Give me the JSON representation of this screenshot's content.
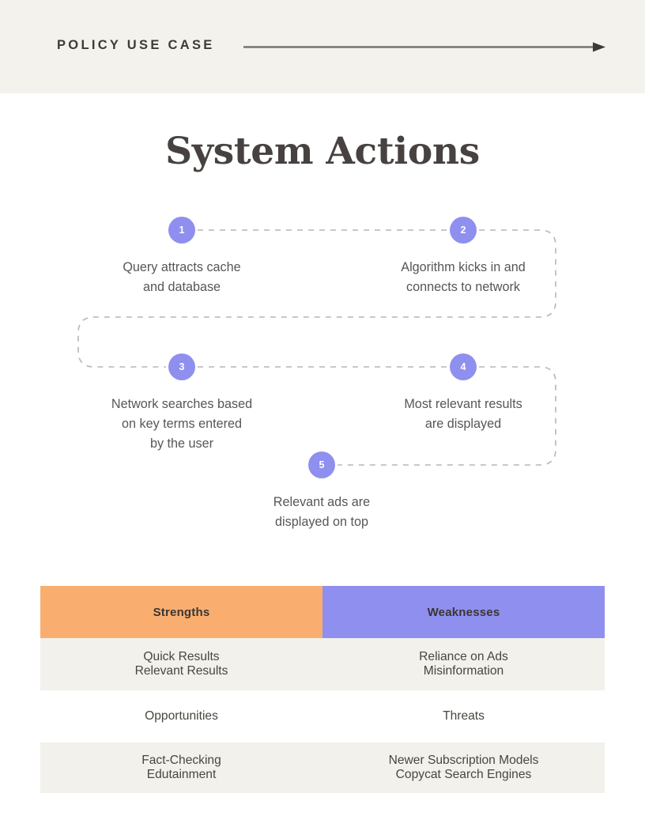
{
  "header": {
    "label": "POLICY USE CASE",
    "arrow_icon": "right-arrow-icon"
  },
  "title": "System Actions",
  "flow": {
    "steps": [
      {
        "number": "1",
        "text": "Query attracts cache\nand database"
      },
      {
        "number": "2",
        "text": "Algorithm kicks in and\nconnects to network"
      },
      {
        "number": "3",
        "text": "Network searches based\non key terms entered\nby the user"
      },
      {
        "number": "4",
        "text": "Most relevant results\nare displayed"
      },
      {
        "number": "5",
        "text": "Relevant ads are\ndisplayed on top"
      }
    ]
  },
  "swot": {
    "headers": [
      "Strengths",
      "Weaknesses"
    ],
    "row_1": [
      "Quick Results\nRelevant Results",
      "Reliance on Ads\nMisinformation"
    ],
    "row_2": [
      "Opportunities",
      "Threats"
    ],
    "row_3": [
      "Fact-Checking\nEdutainment",
      "Newer Subscription Models\nCopycat Search Engines"
    ]
  },
  "colors": {
    "band": "#f4f2ed",
    "accent_purple": "#8f8ff0",
    "accent_orange": "#f9ae70",
    "shaded_row": "#f2f1ec",
    "title_text": "#474240",
    "body_text": "#585654"
  }
}
